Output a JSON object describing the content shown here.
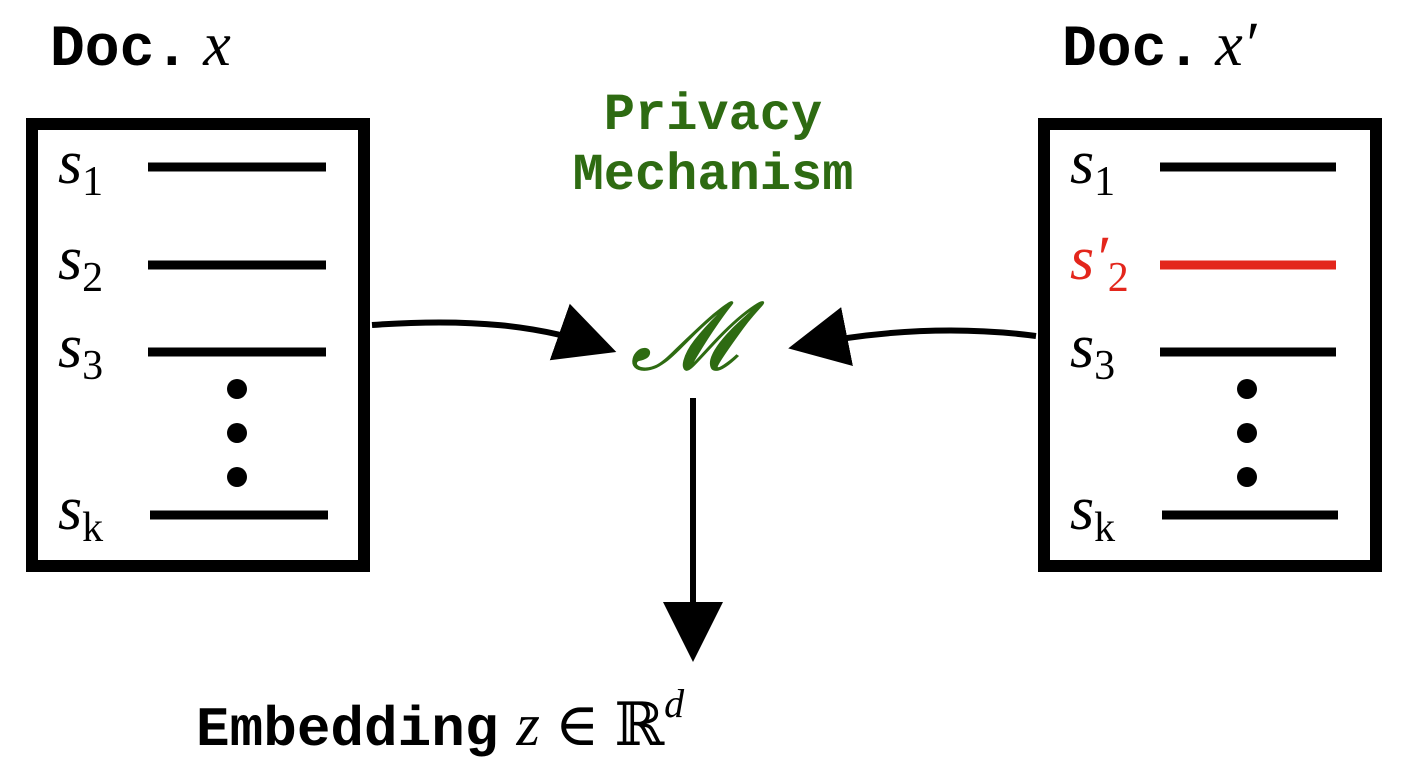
{
  "doc_left": {
    "title": "Doc.",
    "var": "x",
    "sentences": [
      {
        "base": "s",
        "sub": "1",
        "prime": ""
      },
      {
        "base": "s",
        "sub": "2",
        "prime": ""
      },
      {
        "base": "s",
        "sub": "3",
        "prime": ""
      },
      {
        "base": "s",
        "sub": "k",
        "prime": ""
      }
    ]
  },
  "doc_right": {
    "title": "Doc.",
    "var": "x′",
    "sentences": [
      {
        "base": "s",
        "sub": "1",
        "prime": ""
      },
      {
        "base": "s",
        "sub": "2",
        "prime": "′",
        "modified": true
      },
      {
        "base": "s",
        "sub": "3",
        "prime": ""
      },
      {
        "base": "s",
        "sub": "k",
        "prime": ""
      }
    ]
  },
  "mechanism": {
    "title_line1": "Privacy",
    "title_line2": "Mechanism",
    "symbol": "𝓜"
  },
  "output": {
    "label": "Embedding",
    "math_var": "z",
    "math_in": "∈",
    "math_set": "ℝ",
    "math_exp": "d"
  },
  "colors": {
    "mechanism": "#2e6b12",
    "modified": "#e3261c",
    "ink": "#000000"
  }
}
